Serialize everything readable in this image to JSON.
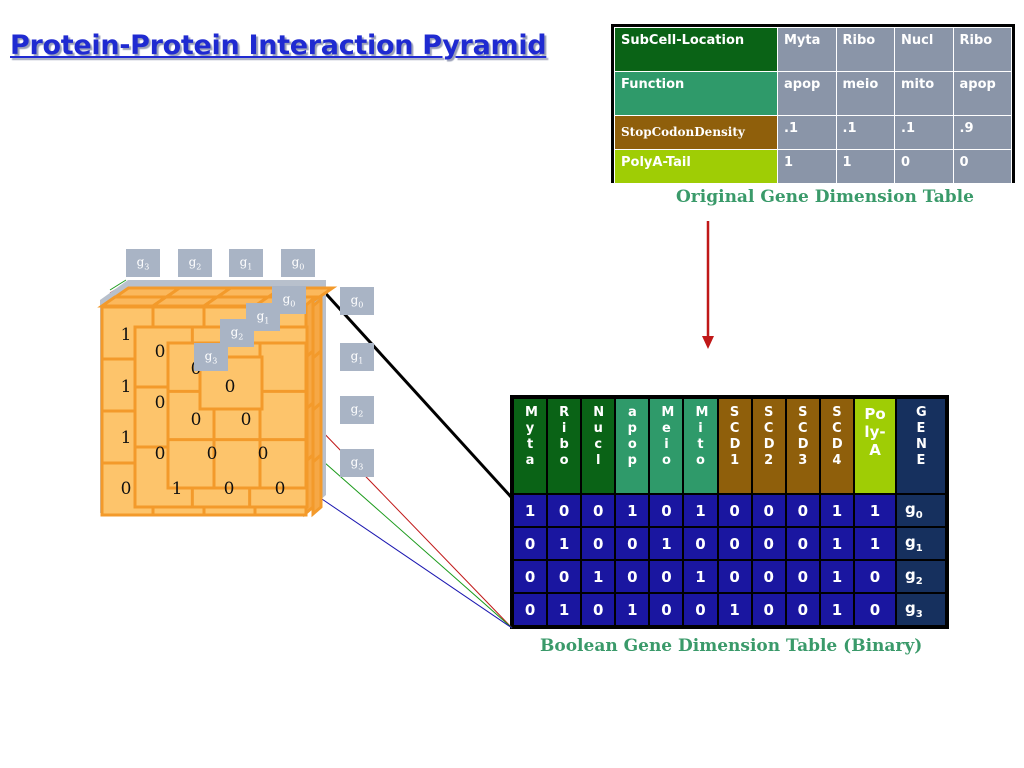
{
  "title": "Protein-Protein Interaction Pyramid",
  "original_table": {
    "caption": "Original Gene Dimension Table",
    "rows": [
      {
        "label": "SubCell-Location",
        "color": "#0a6316",
        "values": [
          "Myta",
          "Ribo",
          "Nucl",
          "Ribo"
        ]
      },
      {
        "label": "Function",
        "color": "#2f9a6a",
        "values": [
          "apop",
          "meio",
          "mito",
          "apop"
        ]
      },
      {
        "label": "StopCodonDensity",
        "color": "#8f5f0b",
        "values": [
          ".1",
          ".1",
          ".1",
          ".9"
        ]
      },
      {
        "label": "PolyA-Tail",
        "color": "#9fcd05",
        "values": [
          "1",
          "1",
          "0",
          "0"
        ]
      }
    ]
  },
  "boolean_table": {
    "caption": "Boolean Gene Dimension Table (Binary)",
    "headers": [
      {
        "label": "Myta",
        "color": "#0a6316"
      },
      {
        "label": "Ribo",
        "color": "#0a6316"
      },
      {
        "label": "Nucl",
        "color": "#0a6316"
      },
      {
        "label": "apop",
        "color": "#2f9a6a"
      },
      {
        "label": "Meio",
        "color": "#2f9a6a"
      },
      {
        "label": "Mito",
        "color": "#2f9a6a"
      },
      {
        "label": "SCD1",
        "color": "#8f5f0b"
      },
      {
        "label": "SCD2",
        "color": "#8f5f0b"
      },
      {
        "label": "SCD3",
        "color": "#8f5f0b"
      },
      {
        "label": "SCD4",
        "color": "#8f5f0b"
      },
      {
        "label": "Poly-A",
        "color": "#9fcd05"
      },
      {
        "label": "GENE",
        "color": "#16305e"
      }
    ],
    "rows": [
      {
        "gene": "g",
        "sub": "0",
        "bits": [
          "1",
          "0",
          "0",
          "1",
          "0",
          "1",
          "0",
          "0",
          "0",
          "1",
          "1"
        ]
      },
      {
        "gene": "g",
        "sub": "1",
        "bits": [
          "0",
          "1",
          "0",
          "0",
          "1",
          "0",
          "0",
          "0",
          "0",
          "1",
          "1"
        ]
      },
      {
        "gene": "g",
        "sub": "2",
        "bits": [
          "0",
          "0",
          "1",
          "0",
          "0",
          "1",
          "0",
          "0",
          "0",
          "1",
          "0"
        ]
      },
      {
        "gene": "g",
        "sub": "3",
        "bits": [
          "0",
          "1",
          "0",
          "1",
          "0",
          "0",
          "1",
          "0",
          "0",
          "1",
          "0"
        ]
      }
    ]
  },
  "cube": {
    "top_labels": [
      {
        "g": "g",
        "s": "3"
      },
      {
        "g": "g",
        "s": "2"
      },
      {
        "g": "g",
        "s": "1"
      },
      {
        "g": "g",
        "s": "0"
      }
    ],
    "right_labels": [
      {
        "g": "g",
        "s": "0"
      },
      {
        "g": "g",
        "s": "1"
      },
      {
        "g": "g",
        "s": "2"
      },
      {
        "g": "g",
        "s": "3"
      }
    ],
    "inner_labels": [
      {
        "g": "g",
        "s": "0"
      },
      {
        "g": "g",
        "s": "1"
      },
      {
        "g": "g",
        "s": "2"
      },
      {
        "g": "g",
        "s": "3"
      }
    ],
    "front_digits": [
      "1",
      "0",
      "0",
      "0",
      "1",
      "0",
      "0",
      "0",
      "1",
      "0",
      "0",
      "0",
      "0",
      "1",
      "0",
      "0"
    ]
  },
  "colors": {
    "title": "#1f2ad1",
    "caption": "#3a9a6a",
    "brick": "#fdc46b",
    "brick_edge": "#f39a2b",
    "cell_blue": "#1a16a0",
    "arrow": "#c01818"
  }
}
